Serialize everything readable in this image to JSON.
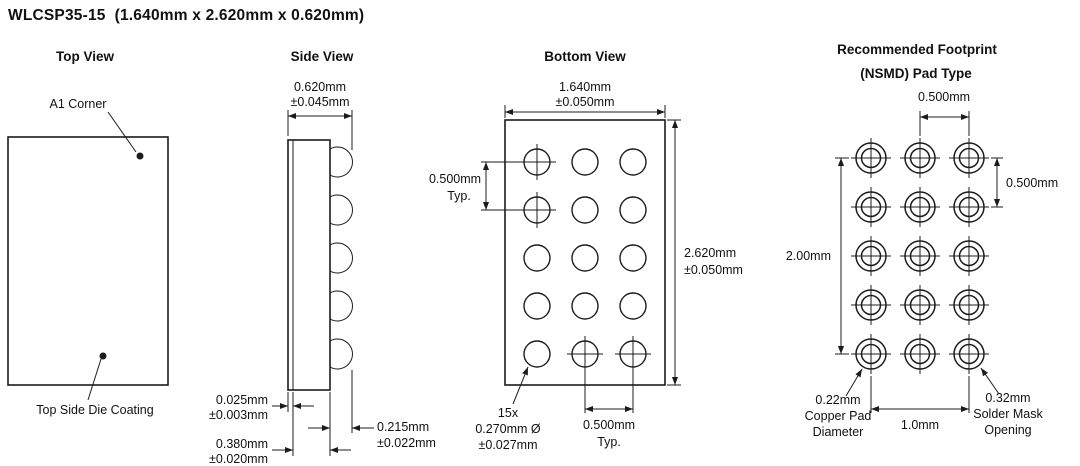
{
  "page_title": "WLCSP35-15  (1.640mm x 2.620mm x 0.620mm)",
  "top_view": {
    "heading": "Top View",
    "a1_corner": "A1 Corner",
    "die_coating": "Top Side Die Coating"
  },
  "side_view": {
    "heading": "Side View",
    "total_thickness": "0.620mm",
    "total_thickness_tol": "±0.045mm",
    "coating_thickness": "0.025mm",
    "coating_thickness_tol": "±0.003mm",
    "body_thickness": "0.380mm",
    "body_thickness_tol": "±0.020mm",
    "ball_height": "0.215mm",
    "ball_height_tol": "±0.022mm"
  },
  "bottom_view": {
    "heading": "Bottom View",
    "width": "1.640mm",
    "width_tol": "±0.050mm",
    "pitch_v": "0.500mm",
    "pitch_v_typ": "Typ.",
    "height": "2.620mm",
    "height_tol": "±0.050mm",
    "ball_count": "15x",
    "ball_diameter": "0.270mm Ø",
    "ball_diameter_tol": "±0.027mm",
    "pitch_h": "0.500mm",
    "pitch_h_typ": "Typ."
  },
  "footprint": {
    "heading": "Recommended Footprint",
    "subheading": "(NSMD) Pad Type",
    "pitch_top": "0.500mm",
    "pitch_right": "0.500mm",
    "height": "2.00mm",
    "width": "1.0mm",
    "pad_dia": "0.22mm",
    "pad_dia_l2": "Copper Pad",
    "pad_dia_l3": "Diameter",
    "mask_dia": "0.32mm",
    "mask_dia_l2": "Solder Mask",
    "mask_dia_l3": "Opening"
  }
}
